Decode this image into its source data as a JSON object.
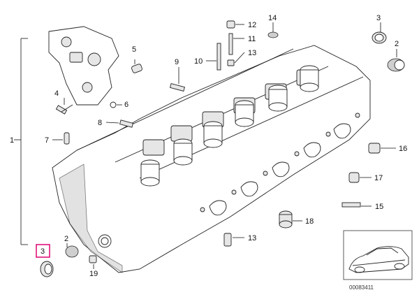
{
  "callouts": {
    "c1": "1",
    "c2a": "2",
    "c2b": "2",
    "c3a": "3",
    "c3b": "3",
    "c4": "4",
    "c5": "5",
    "c6": "6",
    "c7": "7",
    "c8": "8",
    "c9": "9",
    "c10": "10",
    "c11": "11",
    "c12": "12",
    "c13a": "13",
    "c13b": "13",
    "c14": "14",
    "c15": "15",
    "c16": "16",
    "c17": "17",
    "c18": "18",
    "c19": "19"
  },
  "reference_code": "00083411",
  "highlight_color": "#e0147a"
}
